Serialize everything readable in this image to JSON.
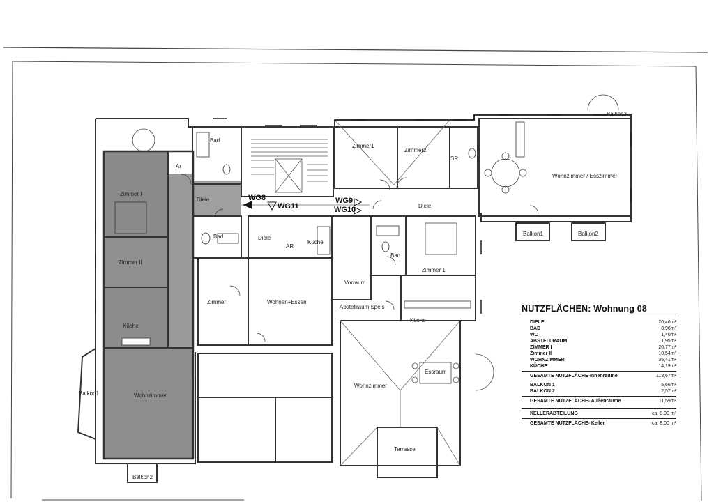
{
  "plan": {
    "units": [
      "WG8",
      "WG11",
      "WG9",
      "WG10"
    ],
    "rooms": [
      "Bad",
      "Ar",
      "Zimmer I",
      "Diele",
      "Zimmer II",
      "Küche",
      "Wohnzimmer",
      "Balkon1",
      "Balkon2",
      "Bad",
      "Diele",
      "AR",
      "Küche",
      "Zimmer",
      "Wohnen+Essen",
      "Zimmer1",
      "Zimmer2",
      "SR",
      "Diele",
      "Wohnzimmer / Esszimmer",
      "Balkon3",
      "Balkon1",
      "Balkon2",
      "Bad",
      "Zimmer 1",
      "Vorraum",
      "Abstellraum Speis",
      "Küche",
      "Essraum",
      "Wohnzimmer",
      "Terrasse"
    ]
  },
  "areas": {
    "title": "NUTZFLÄCHEN: Wohnung 08",
    "rows": [
      {
        "label": "DIELE",
        "value": "20,46m²"
      },
      {
        "label": "BAD",
        "value": "8,96m²"
      },
      {
        "label": "WC",
        "value": "1,40m²"
      },
      {
        "label": "ABSTELLRAUM",
        "value": "1,95m²"
      },
      {
        "label": "ZIMMER I",
        "value": "20,77m²"
      },
      {
        "label": "Zimmer II",
        "value": "10,54m²"
      },
      {
        "label": "WOHNZIMMER",
        "value": "35,41m²"
      },
      {
        "label": "KÜCHE",
        "value": "14,19m²"
      }
    ],
    "total_inner": {
      "label": "GESAMTE NUTZFLÄCHE-Innenräume",
      "value": "113,67m²"
    },
    "outdoor_rows": [
      {
        "label": "BALKON 1",
        "value": "5,66m²"
      },
      {
        "label": "BALKON 2",
        "value": "2,57m²"
      }
    ],
    "total_outer": {
      "label": "GESAMTE NUTZFLÄCHE- Außenräume",
      "value": "11,59m²"
    },
    "cellar": {
      "label": "KELLERABTEILUNG",
      "value": "ca. 8,00 m²"
    },
    "total_cellar": {
      "label": "GESAMTE NUTZFLÄCHE- Keller",
      "value": "ca. 8,00 m²"
    }
  }
}
